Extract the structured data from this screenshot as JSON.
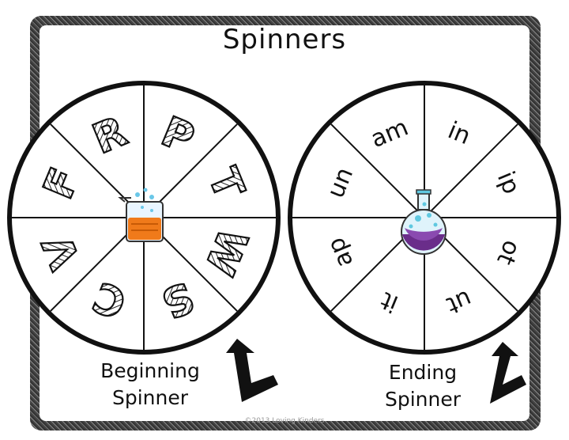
{
  "title": "Spinners",
  "beginning_spinner": {
    "letters": [
      "P",
      "T",
      "W",
      "S",
      "C",
      "V",
      "F",
      "R"
    ],
    "caption_line1": "Beginning",
    "caption_line2": "Spinner",
    "center_icon": "beaker-icon",
    "center_color": "#f07a1a"
  },
  "ending_spinner": {
    "endings": [
      "in",
      "ip",
      "ot",
      "ut",
      "it",
      "ap",
      "un",
      "am"
    ],
    "caption_line1": "Ending",
    "caption_line2": "Spinner",
    "center_icon": "round-flask-icon",
    "center_color": "#6a2d8a"
  },
  "copyright": "©2013 Loving Kinders",
  "colors": {
    "ink": "#111111",
    "frame": "#555555",
    "arrow": "#111111"
  }
}
